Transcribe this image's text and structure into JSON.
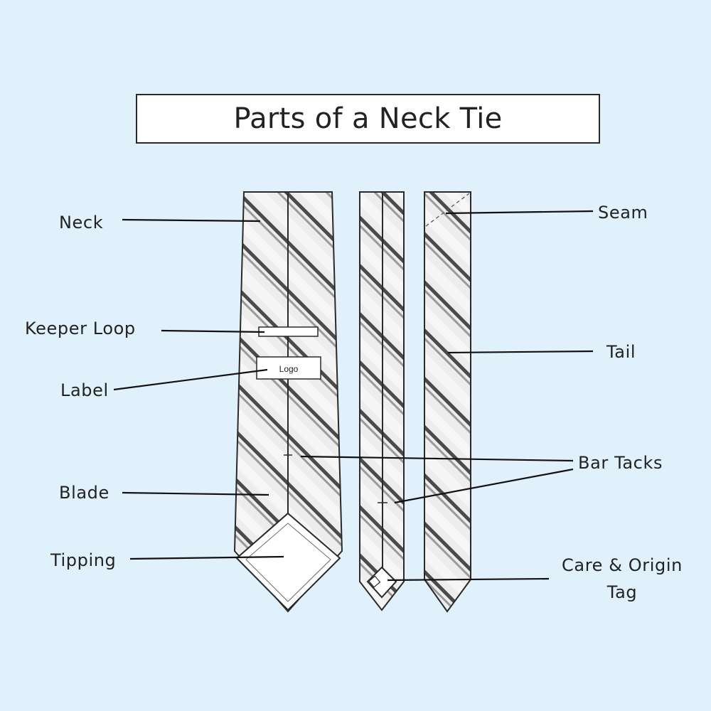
{
  "title": "Parts of a Neck Tie",
  "logo_text": "Logo",
  "labels": {
    "neck": "Neck",
    "keeper_loop": "Keeper Loop",
    "label": "Label",
    "blade": "Blade",
    "tipping": "Tipping",
    "seam": "Seam",
    "tail": "Tail",
    "bar_tacks": "Bar Tacks",
    "care_origin_line1": "Care & Origin",
    "care_origin_line2": "Tag"
  },
  "colors": {
    "background": "#e1f1fb",
    "stripe_fill": "#e6e6e6",
    "outline": "#2a2a2a",
    "stripe_dark": "#555555"
  }
}
